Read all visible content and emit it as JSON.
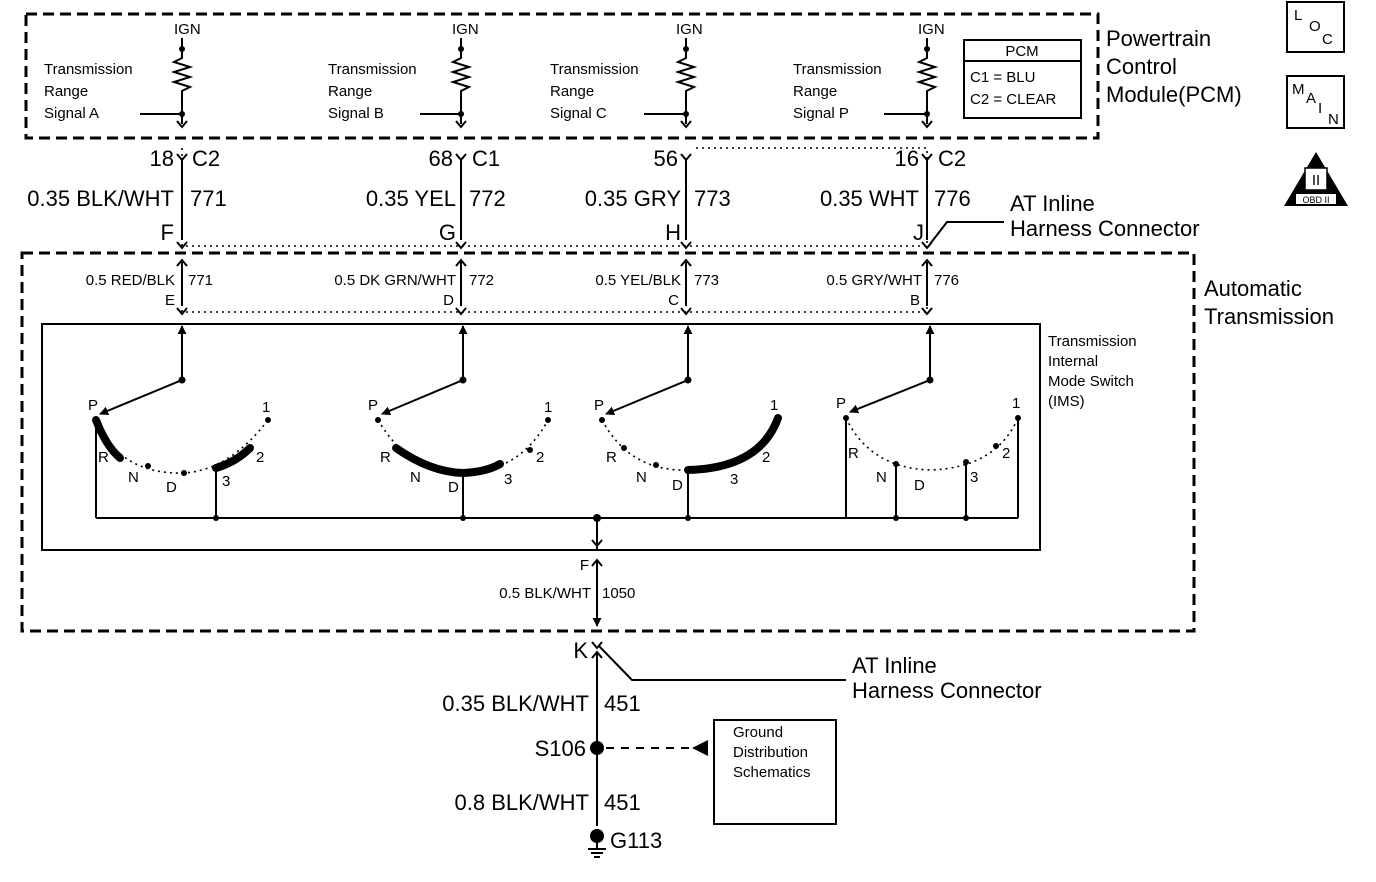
{
  "pcm": {
    "title_lines": [
      "Powertrain",
      "Control",
      "Module(PCM)"
    ],
    "legend_header": "PCM",
    "legend_lines": [
      "C1 = BLU",
      "C2 = CLEAR"
    ]
  },
  "icons": {
    "loc": [
      "L",
      "O",
      "C"
    ],
    "main": [
      "M",
      "A",
      "I",
      "N"
    ],
    "obd": [
      "II",
      "OBD II"
    ]
  },
  "circuits": [
    {
      "ign": "IGN",
      "signal": [
        "Transmission",
        "Range",
        "Signal A"
      ],
      "pin": "18",
      "conn": "C2",
      "wire": "0.35 BLK/WHT",
      "ckt": "771",
      "inline_pin": "F",
      "trans_wire": "0.5 RED/BLK",
      "trans_ckt": "771",
      "trans_pin": "E"
    },
    {
      "ign": "IGN",
      "signal": [
        "Transmission",
        "Range",
        "Signal B"
      ],
      "pin": "68",
      "conn": "C1",
      "wire": "0.35 YEL",
      "ckt": "772",
      "inline_pin": "G",
      "trans_wire": "0.5 DK GRN/WHT",
      "trans_ckt": "772",
      "trans_pin": "D"
    },
    {
      "ign": "IGN",
      "signal": [
        "Transmission",
        "Range",
        "Signal C"
      ],
      "pin": "56",
      "conn": "",
      "wire": "0.35 GRY",
      "ckt": "773",
      "inline_pin": "H",
      "trans_wire": "0.5 YEL/BLK",
      "trans_ckt": "773",
      "trans_pin": "C"
    },
    {
      "ign": "IGN",
      "signal": [
        "Transmission",
        "Range",
        "Signal P"
      ],
      "pin": "16",
      "conn": "C2",
      "wire": "0.35 WHT",
      "ckt": "776",
      "inline_pin": "J",
      "trans_wire": "0.5 GRY/WHT",
      "trans_ckt": "776",
      "trans_pin": "B"
    }
  ],
  "inline_connector_label": [
    "AT Inline",
    "Harness Connector"
  ],
  "automatic_transmission_label": [
    "Automatic",
    "Transmission"
  ],
  "ims_label": [
    "Transmission",
    "Internal",
    "Mode Switch",
    "(IMS)"
  ],
  "switch_positions": [
    "P",
    "R",
    "N",
    "D",
    "3",
    "2",
    "1"
  ],
  "ground": {
    "trans_pin": "F",
    "trans_wire": "0.5 BLK/WHT",
    "trans_ckt": "1050",
    "inline_pin": "K",
    "inline_label": [
      "AT Inline",
      "Harness Connector"
    ],
    "wire1": "0.35 BLK/WHT",
    "ckt1": "451",
    "splice": "S106",
    "ref_box": [
      "Ground",
      "Distribution",
      "Schematics"
    ],
    "wire2": "0.8 BLK/WHT",
    "ckt2": "451",
    "ground_point": "G113"
  }
}
